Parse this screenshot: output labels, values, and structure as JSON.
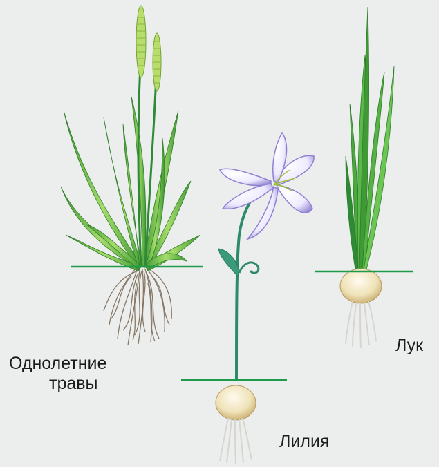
{
  "labels": {
    "grass_line1": "Однолетние",
    "grass_line2": "травы",
    "lily": "Лилия",
    "onion": "Лук"
  },
  "colors": {
    "background": "#eceeed",
    "ground_line": "#1f9a4d",
    "stem": "#2f8f3a",
    "leaf_light": "#8ccf5a",
    "leaf_dark": "#3f9a35",
    "lily_stem": "#2f8a6a",
    "lily_petal": "#f4f1ff",
    "lily_petal_edge": "#9c8ed8",
    "bulb": "#f0e7c4",
    "root_fibrous": "#7a6a58",
    "root_white": "#d9d7d2"
  }
}
